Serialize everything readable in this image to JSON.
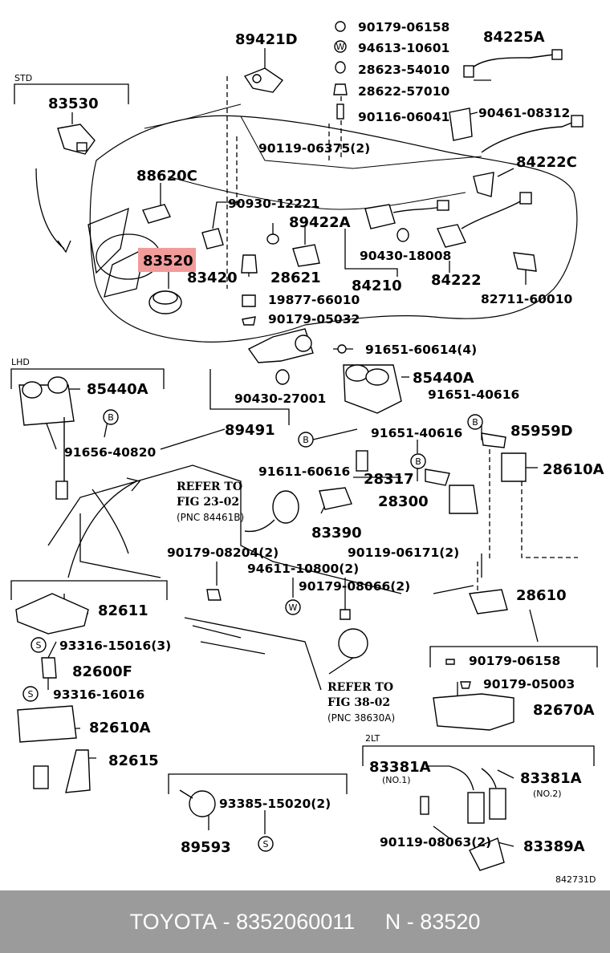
{
  "section_labels": {
    "std": "STD",
    "lhd": "LHD",
    "two_lt": "2LT"
  },
  "parts": {
    "p89421D": "89421D",
    "p84225A": "84225A",
    "p83530": "83530",
    "p90461": "90461-08312",
    "p84222C": "84222C",
    "p88620C": "88620C",
    "p90930": "90930-12221",
    "p89422A": "89422A",
    "p83520": "83520",
    "p83420": "83420",
    "p28621": "28621",
    "p90430a": "90430-18008",
    "p84210": "84210",
    "p84222": "84222",
    "p19877": "19877-66010",
    "p90179_05032": "90179-05032",
    "p82711": "82711-60010",
    "p91651_60614": "91651-60614(4)",
    "p85440A_lhd": "85440A",
    "p85440A": "85440A",
    "p90430b": "90430-27001",
    "p91651_40616a": "91651-40616",
    "p91656": "91656-40820",
    "p89491": "89491",
    "p85959D": "85959D",
    "p91651_40616b": "91651-40616",
    "p91611": "91611-60616",
    "p28610A": "28610A",
    "p28317": "28317",
    "p28300": "28300",
    "p83390": "83390",
    "p90179_08204": "90179-08204(2)",
    "p90119_06171": "90119-06171(2)",
    "p94611": "94611-10800(2)",
    "p90179_08066": "90179-08066(2)",
    "p28610": "28610",
    "p82611": "82611",
    "p93316_15016": "93316-15016(3)",
    "p82600F": "82600F",
    "p93316_16016": "93316-16016",
    "p82610A": "82610A",
    "p82615": "82615",
    "p90179_06158b": "90179-06158",
    "p90179_05003": "90179-05003",
    "p82670A": "82670A",
    "p83381A_1": "83381A",
    "p83381A_2": "83381A",
    "p90119_08063": "90119-08063(2)",
    "p83389A": "83389A",
    "p93385": "93385-15020(2)",
    "p89593": "89593"
  },
  "small_parts": {
    "p90179_06158a": "90179-06158",
    "p94613": "94613-10601",
    "p28623": "28623-54010",
    "p28622": "28622-57010",
    "p90116": "90116-06041",
    "p90119_06375": "90119-06375(2)"
  },
  "notes": {
    "refer1_l1": "REFER TO",
    "refer1_l2": "FIG 23-02",
    "refer1_l3": "(PNC 84461B)",
    "refer2_l1": "REFER TO",
    "refer2_l2": "FIG 38-02",
    "refer2_l3": "(PNC 38630A)",
    "no1": "(NO.1)",
    "no2": "(NO.2)"
  },
  "symbols": {
    "b": "B",
    "w": "W",
    "s": "S"
  },
  "figure_code": "842731D",
  "highlight_color": "#f29b9b",
  "footer": {
    "brand": "TOYOTA",
    "sep1": " - ",
    "part_number": "8352060011",
    "gap": "     ",
    "n_label": "N",
    "sep2": " - ",
    "pnc": "83520"
  }
}
